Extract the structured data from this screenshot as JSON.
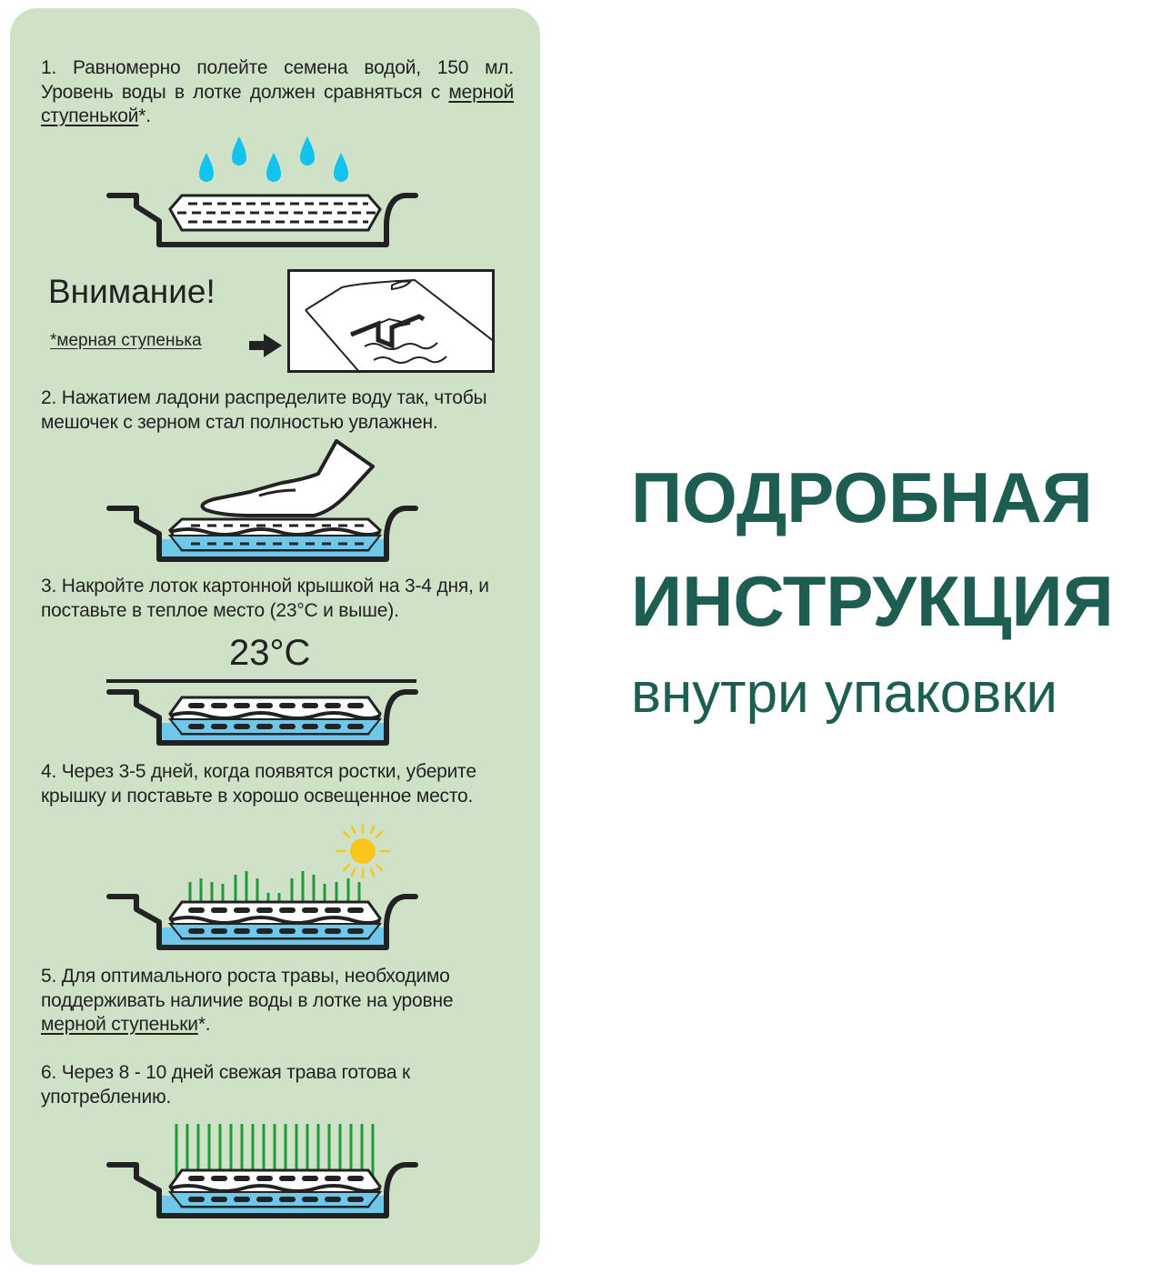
{
  "instruction_panel": {
    "steps": [
      {
        "number": "1.",
        "text_before": "Равномерно полейте семена водой, 150 мл. Уровень воды в лотке должен сравняться с",
        "link_text": "мерной ступенькой",
        "text_after": "*."
      },
      {
        "number": "2.",
        "text": "Нажатием ладони распределите воду так, чтобы мешочек с зерном стал полностью увлажнен."
      },
      {
        "number": "3.",
        "text": "Накройте лоток картонной крышкой на 3-4 дня, и поставьте в теплое место (23°С и выше)."
      },
      {
        "number": "4.",
        "text": "Через 3-5 дней, когда появятся ростки, уберите крышку и поставьте в хорошо освещенное место."
      },
      {
        "number": "5.",
        "text_before": "Для оптимального роста травы, необходимо поддерживать наличие воды в лотке на уровне",
        "link_text": "мерной ступеньки",
        "text_after": "*."
      },
      {
        "number": "6.",
        "text": "Через 8 - 10 дней свежая трава готова к употреблению."
      }
    ],
    "attention": {
      "title": "Внимание!",
      "note": "*мерная ступенька"
    },
    "temperature_label": "23°C",
    "icons": [
      "water-drops-icon",
      "tray-icon",
      "measuring-step-icon",
      "arrow-right-icon",
      "hand-press-icon",
      "cardboard-lid-icon",
      "sun-icon",
      "sprouts-icon",
      "grass-icon"
    ]
  },
  "headline": {
    "line1": "ПОДРОБНАЯ",
    "line2": "ИНСТРУКЦИЯ",
    "line3": "внутри упаковки"
  },
  "colors": {
    "panel_bg": "#cfe2c8",
    "headline": "#1e5e52",
    "water": "#6fc8ea",
    "drops": "#12c3ee",
    "grass": "#1f9a3a",
    "sun": "#fbc51b"
  }
}
